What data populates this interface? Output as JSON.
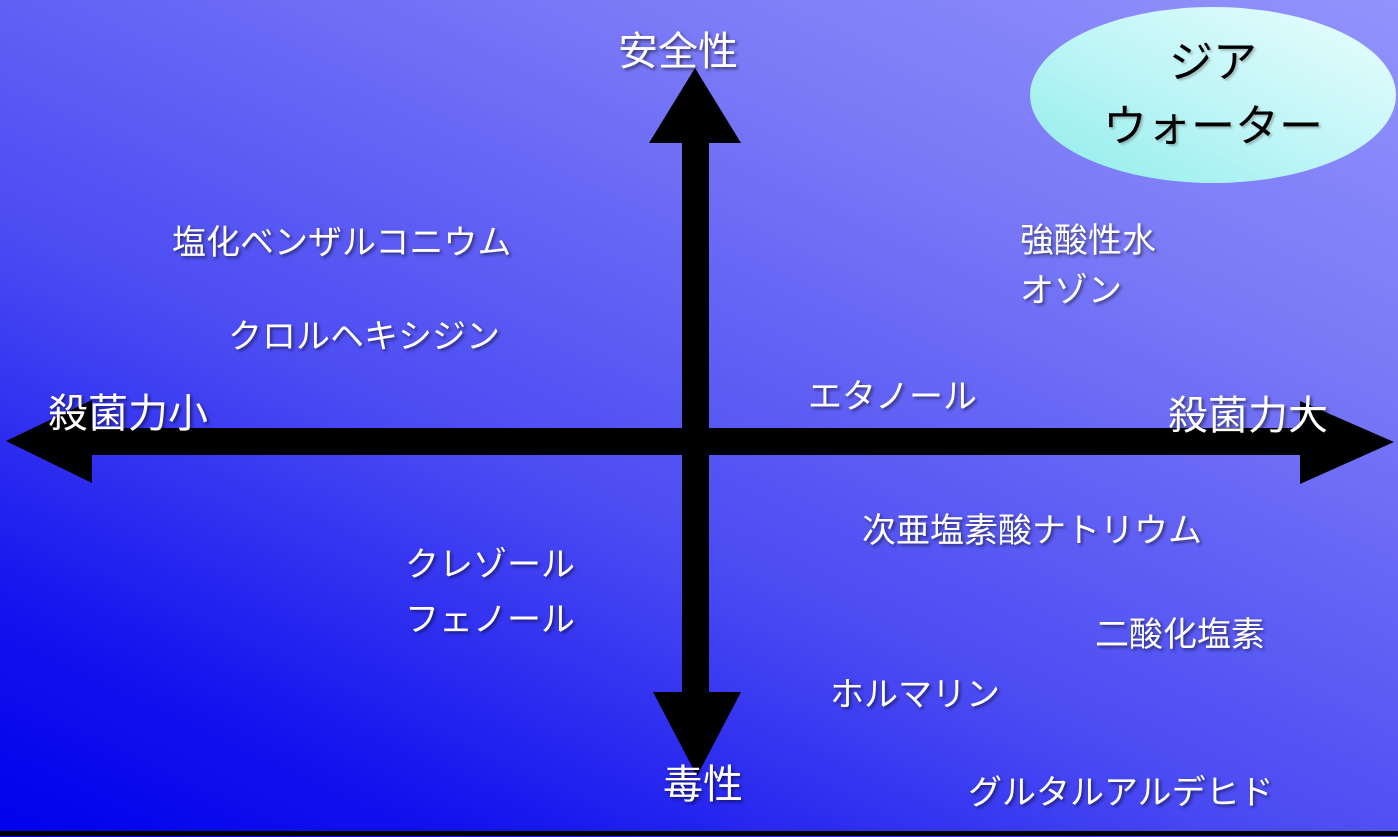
{
  "diagram": {
    "type": "quadrant-concept-diagram",
    "language": "ja",
    "axes": {
      "top": "安全性",
      "bottom": "毒性",
      "left": "殺菌力小",
      "right": "殺菌力大"
    },
    "highlight": {
      "name": "zia-water",
      "line1": "ジア",
      "line2": "ウォーター",
      "shape": "ellipse",
      "fill_gradient": [
        "#8feceb",
        "#eafdfe"
      ],
      "text_color": "#000000"
    },
    "items": [
      {
        "text": "塩化ベンザルコニウム",
        "quadrant": "upper-left"
      },
      {
        "text": "クロルヘキシジン",
        "quadrant": "upper-left"
      },
      {
        "text": "強酸性水",
        "quadrant": "upper-right"
      },
      {
        "text": "オゾン",
        "quadrant": "upper-right"
      },
      {
        "text": "エタノール",
        "quadrant": "upper-right"
      },
      {
        "text": "次亜塩素酸ナトリウム",
        "quadrant": "lower-right"
      },
      {
        "text": "クレゾール",
        "quadrant": "lower-left"
      },
      {
        "text": "フェノール",
        "quadrant": "lower-left"
      },
      {
        "text": "二酸化塩素",
        "quadrant": "lower-right"
      },
      {
        "text": "ホルマリン",
        "quadrant": "lower-right"
      },
      {
        "text": "グルタルアルデヒド",
        "quadrant": "lower-right"
      }
    ],
    "colors": {
      "background_top_right": "#9393fc",
      "background_bottom_left": "#0000ec",
      "axis_arrow": "#000000",
      "label_text": "#ffffff",
      "bottom_border": "#000000"
    }
  }
}
